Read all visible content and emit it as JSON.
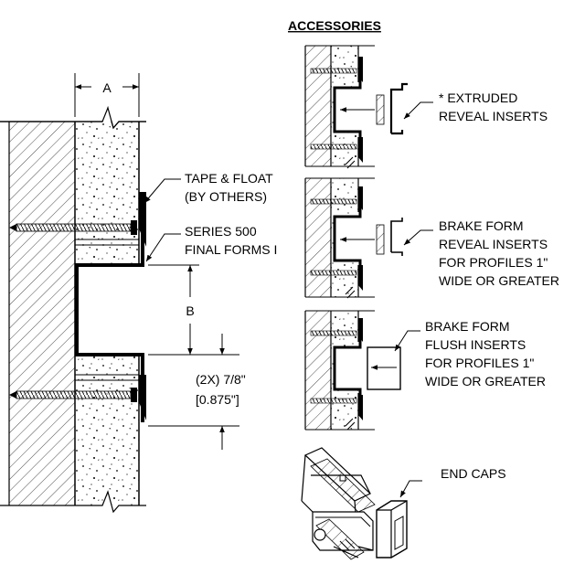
{
  "accessories_heading": "ACCESSORIES",
  "main_detail": {
    "dim_a": "A",
    "dim_b": "B",
    "tape_float_line1": "TAPE & FLOAT",
    "tape_float_line2": "(BY OTHERS)",
    "series_line1": "SERIES 500",
    "series_line2": "FINAL FORMS I",
    "dim_2x_line1": "(2X) 7/8\"",
    "dim_2x_line2": "[0.875\"]"
  },
  "accessories": {
    "extruded": {
      "line1": "* EXTRUDED",
      "line2": "REVEAL INSERTS"
    },
    "brake_reveal": {
      "line1": "BRAKE FORM",
      "line2": "REVEAL INSERTS",
      "line3": "FOR PROFILES 1\"",
      "line4": "WIDE OR GREATER"
    },
    "brake_flush": {
      "line1": "BRAKE FORM",
      "line2": "FLUSH INSERTS",
      "line3": "FOR PROFILES 1\"",
      "line4": "WIDE OR GREATER"
    },
    "end_caps": {
      "label": "END CAPS"
    }
  }
}
